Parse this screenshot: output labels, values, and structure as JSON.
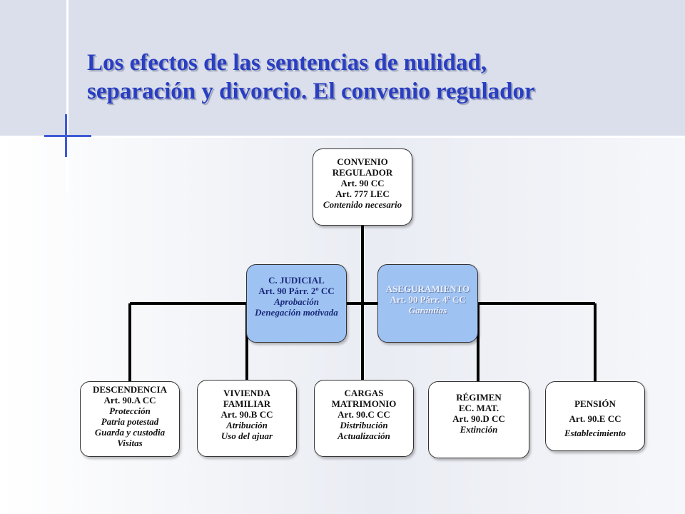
{
  "title": {
    "line1": "Los efectos de las sentencias de nulidad,",
    "line2": "separación y divorcio. El convenio regulador"
  },
  "convenio": {
    "l1": "CONVENIO",
    "l2": "REGULADOR",
    "l3": "Art. 90 CC",
    "l4": "Art. 777 LEC",
    "l5": "Contenido necesario"
  },
  "judicial": {
    "l1": "C. JUDICIAL",
    "l2": "Art. 90 Párr. 2º CC",
    "l3": "Aprobación",
    "l4": "Denegación motivada"
  },
  "aseguramiento": {
    "l1": "ASEGURAMIENTO",
    "l2": "Art. 90 Párr. 4º CC",
    "l3": "Garantías"
  },
  "descendencia": {
    "l1": "DESCENDENCIA",
    "l2": "Art. 90.A CC",
    "l3": "Protección",
    "l4": "Patria potestad",
    "l5": "Guarda y custodia",
    "l6": "Visitas"
  },
  "vivienda": {
    "l1": "VIVIENDA",
    "l2": "FAMILIAR",
    "l3": "Art. 90.B CC",
    "l4": "Atribución",
    "l5": "Uso del ajuar"
  },
  "cargas": {
    "l1": "CARGAS",
    "l2": "MATRIMONIO",
    "l3": "Art. 90.C CC",
    "l4": "Distribución",
    "l5": "Actualización"
  },
  "regimen": {
    "l1": "RÉGIMEN",
    "l2": "EC. MAT.",
    "l3": "Art. 90.D CC",
    "l4": "Extinción"
  },
  "pension": {
    "l1": "PENSIÓN",
    "l2": "Art. 90.E CC",
    "l3": "Establecimiento"
  }
}
